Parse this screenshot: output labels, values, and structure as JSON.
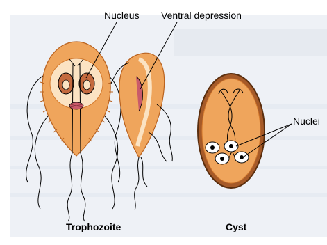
{
  "labels": {
    "nucleus": "Nucleus",
    "ventral_depression": "Ventral depression",
    "nuclei": "Nuclei",
    "trophozoite": "Trophozoite",
    "cyst": "Cyst"
  },
  "colors": {
    "background_panel": "#eef1f6",
    "cell_body": "#efa55c",
    "cell_edge": "#d47a2e",
    "cell_light": "#fbe3c3",
    "nucleus_fill": "#c46a3e",
    "cyst_wall": "#8a4a1c",
    "ventral_pink": "#c95a6a",
    "line": "#000000"
  }
}
